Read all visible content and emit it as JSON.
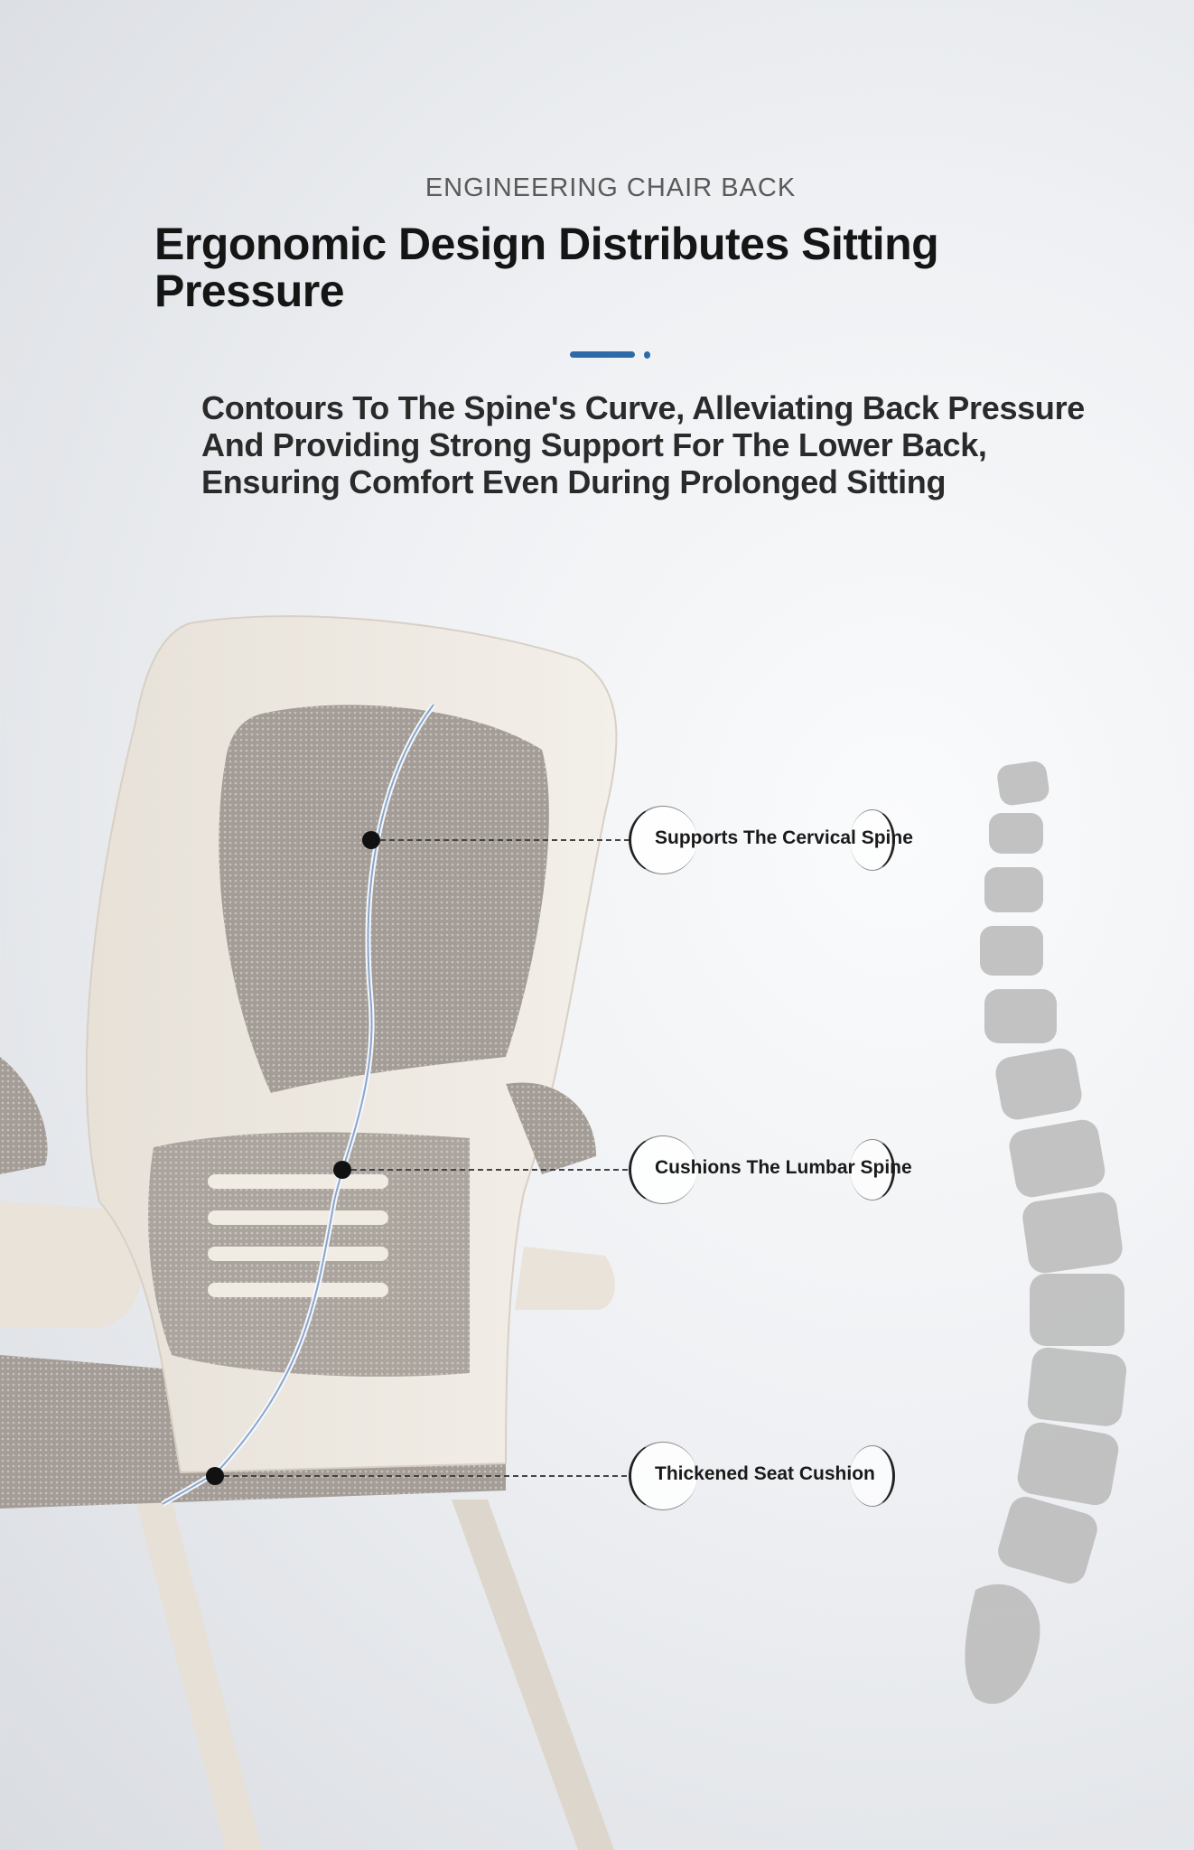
{
  "header": {
    "eyebrow": "ENGINEERING CHAIR BACK",
    "title": "Ergonomic Design Distributes Sitting Pressure",
    "accent_color": "#2f6aa8"
  },
  "description": "Contours To The Spine's Curve, Alleviating Back Pressure And Providing Strong Support For The Lower Back, Ensuring Comfort Even During Prolonged Sitting",
  "callouts": [
    {
      "label": "Supports The Cervical Spine"
    },
    {
      "label": "Cushions The Lumbar Spine"
    },
    {
      "label": "Thickened Seat Cushion"
    }
  ]
}
